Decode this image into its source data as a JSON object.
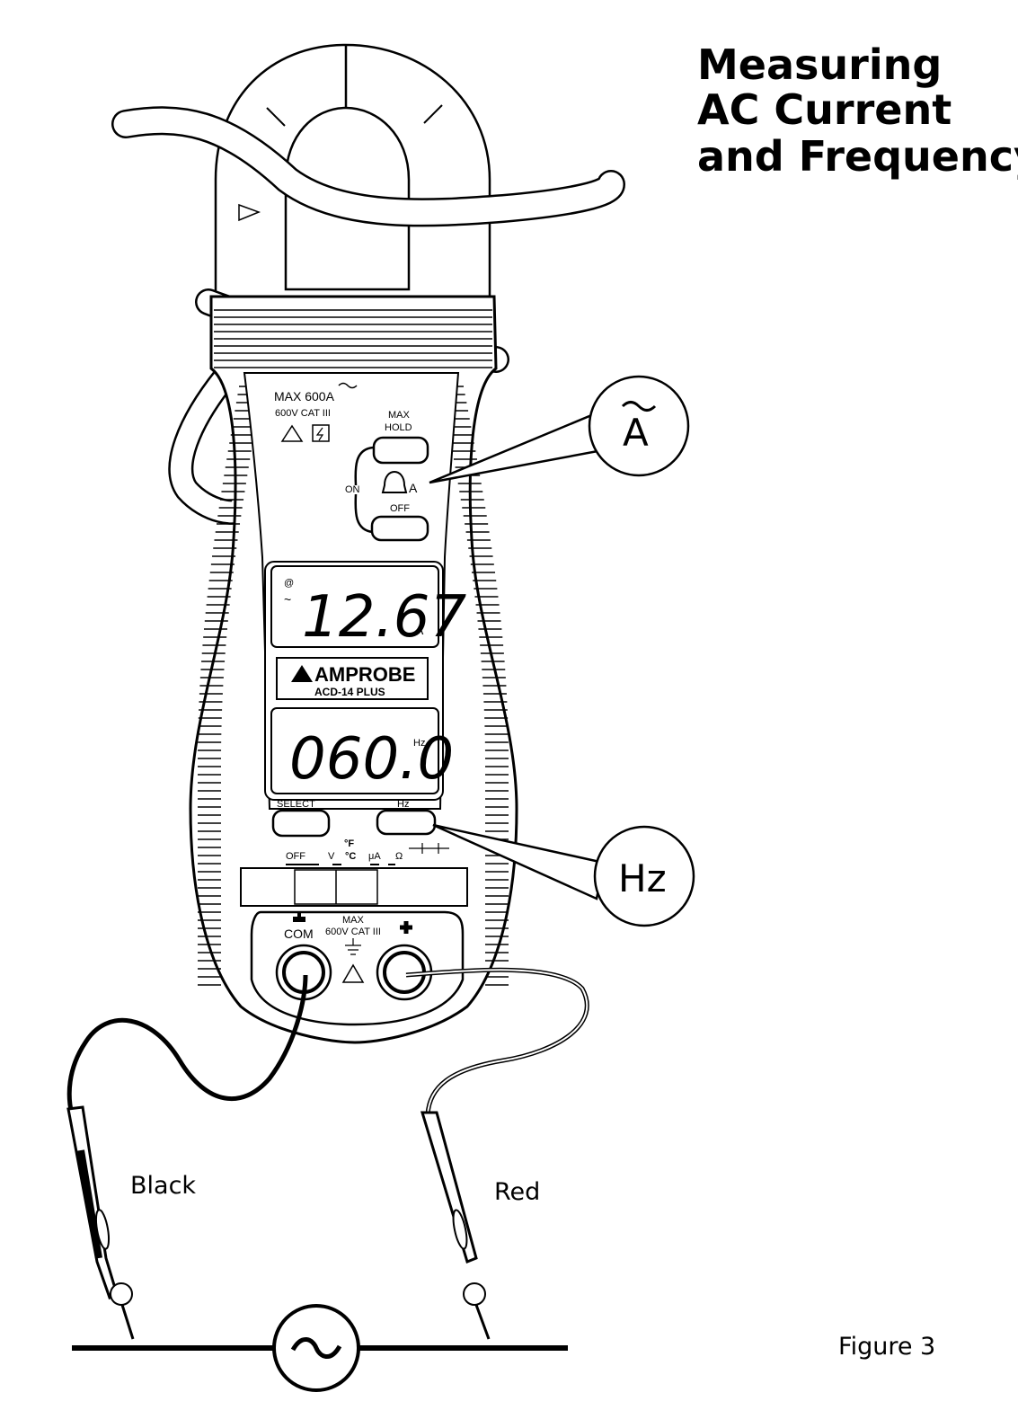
{
  "title": {
    "line1": "Measuring",
    "line2": "AC Current",
    "line3": "and Frequency"
  },
  "figure_label": "Figure 3",
  "meter": {
    "max_rating": "MAX 600A",
    "cat_rating": "600V CAT III",
    "max_hold_line1": "MAX",
    "max_hold_line2": "HOLD",
    "on_label": "ON",
    "off_label": "OFF",
    "display_main": "12.67",
    "display_main_unit": "A",
    "display_sub": "060.0",
    "display_sub_unit": "Hz",
    "brand": "AMPROBE",
    "model": "ACD-14 PLUS",
    "select_label": "SELECT",
    "hz_label": "Hz",
    "dial_off": "OFF",
    "dial_v": "V",
    "dial_temp_f": "°F",
    "dial_temp_c": "°C",
    "dial_ua": "μA",
    "dial_ohm": "Ω",
    "com_label": "COM",
    "jack_max": "MAX",
    "jack_cat": "600V CAT III"
  },
  "callouts": {
    "amps": "A",
    "hz": "Hz"
  },
  "leads": {
    "black": "Black",
    "red": "Red"
  }
}
